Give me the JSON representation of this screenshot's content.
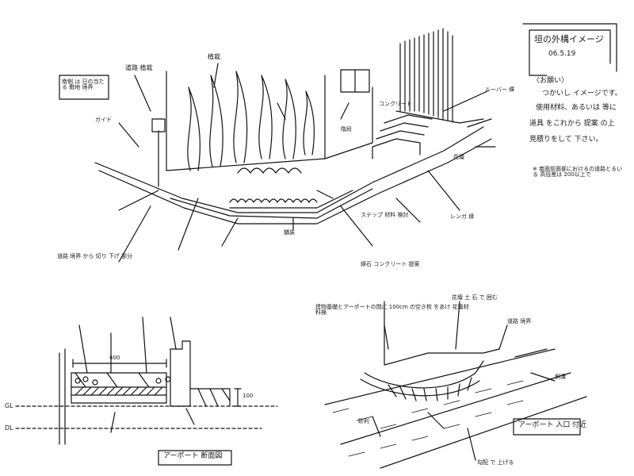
{
  "title": "垣の外構イメージ",
  "date": "06.5.19",
  "note_lines": [
    "〈お願い〉",
    "つかいし イメージです。",
    "使用材料、あるいは 等に",
    "道具 をこれから 提案 の上",
    "見積りをして 下さい。"
  ],
  "note_sub": "※ 南面前面部におけるの道路とるいる 高低差は 200以上で",
  "section_title": "アーポート 断面図",
  "plan_title": "アーポート 入口 付近",
  "labels": {
    "boundary": "南側 は 日の当たる 敷地 境界",
    "planting_top": "道路 植栽",
    "tree": "植栽",
    "concrete": "コンクリート",
    "stairs": "階段",
    "step_tread": "ステップ 材料 検討",
    "curb": "縁石 コンクリート 提案",
    "brick_edge": "レンガ 縁",
    "paving": "舗装",
    "fence": "ルーバー 塀",
    "flowerbed": "花壇",
    "road_note": "道路 境界 から 切り 下げ 部分",
    "guide": "ガイド",
    "gl": "GL",
    "dl": "DL",
    "dim_top": "400",
    "dim_h": "100",
    "bed_note": "建物基礎とアーポートの間に 100cm の空き枚 をあけ 花壇材料検",
    "curb_note": "花壇 土 石 で 囲む",
    "road_edge": "道路 境界",
    "drain": "側溝",
    "gravel": "砂利",
    "slope": "勾配 で 上げる"
  }
}
